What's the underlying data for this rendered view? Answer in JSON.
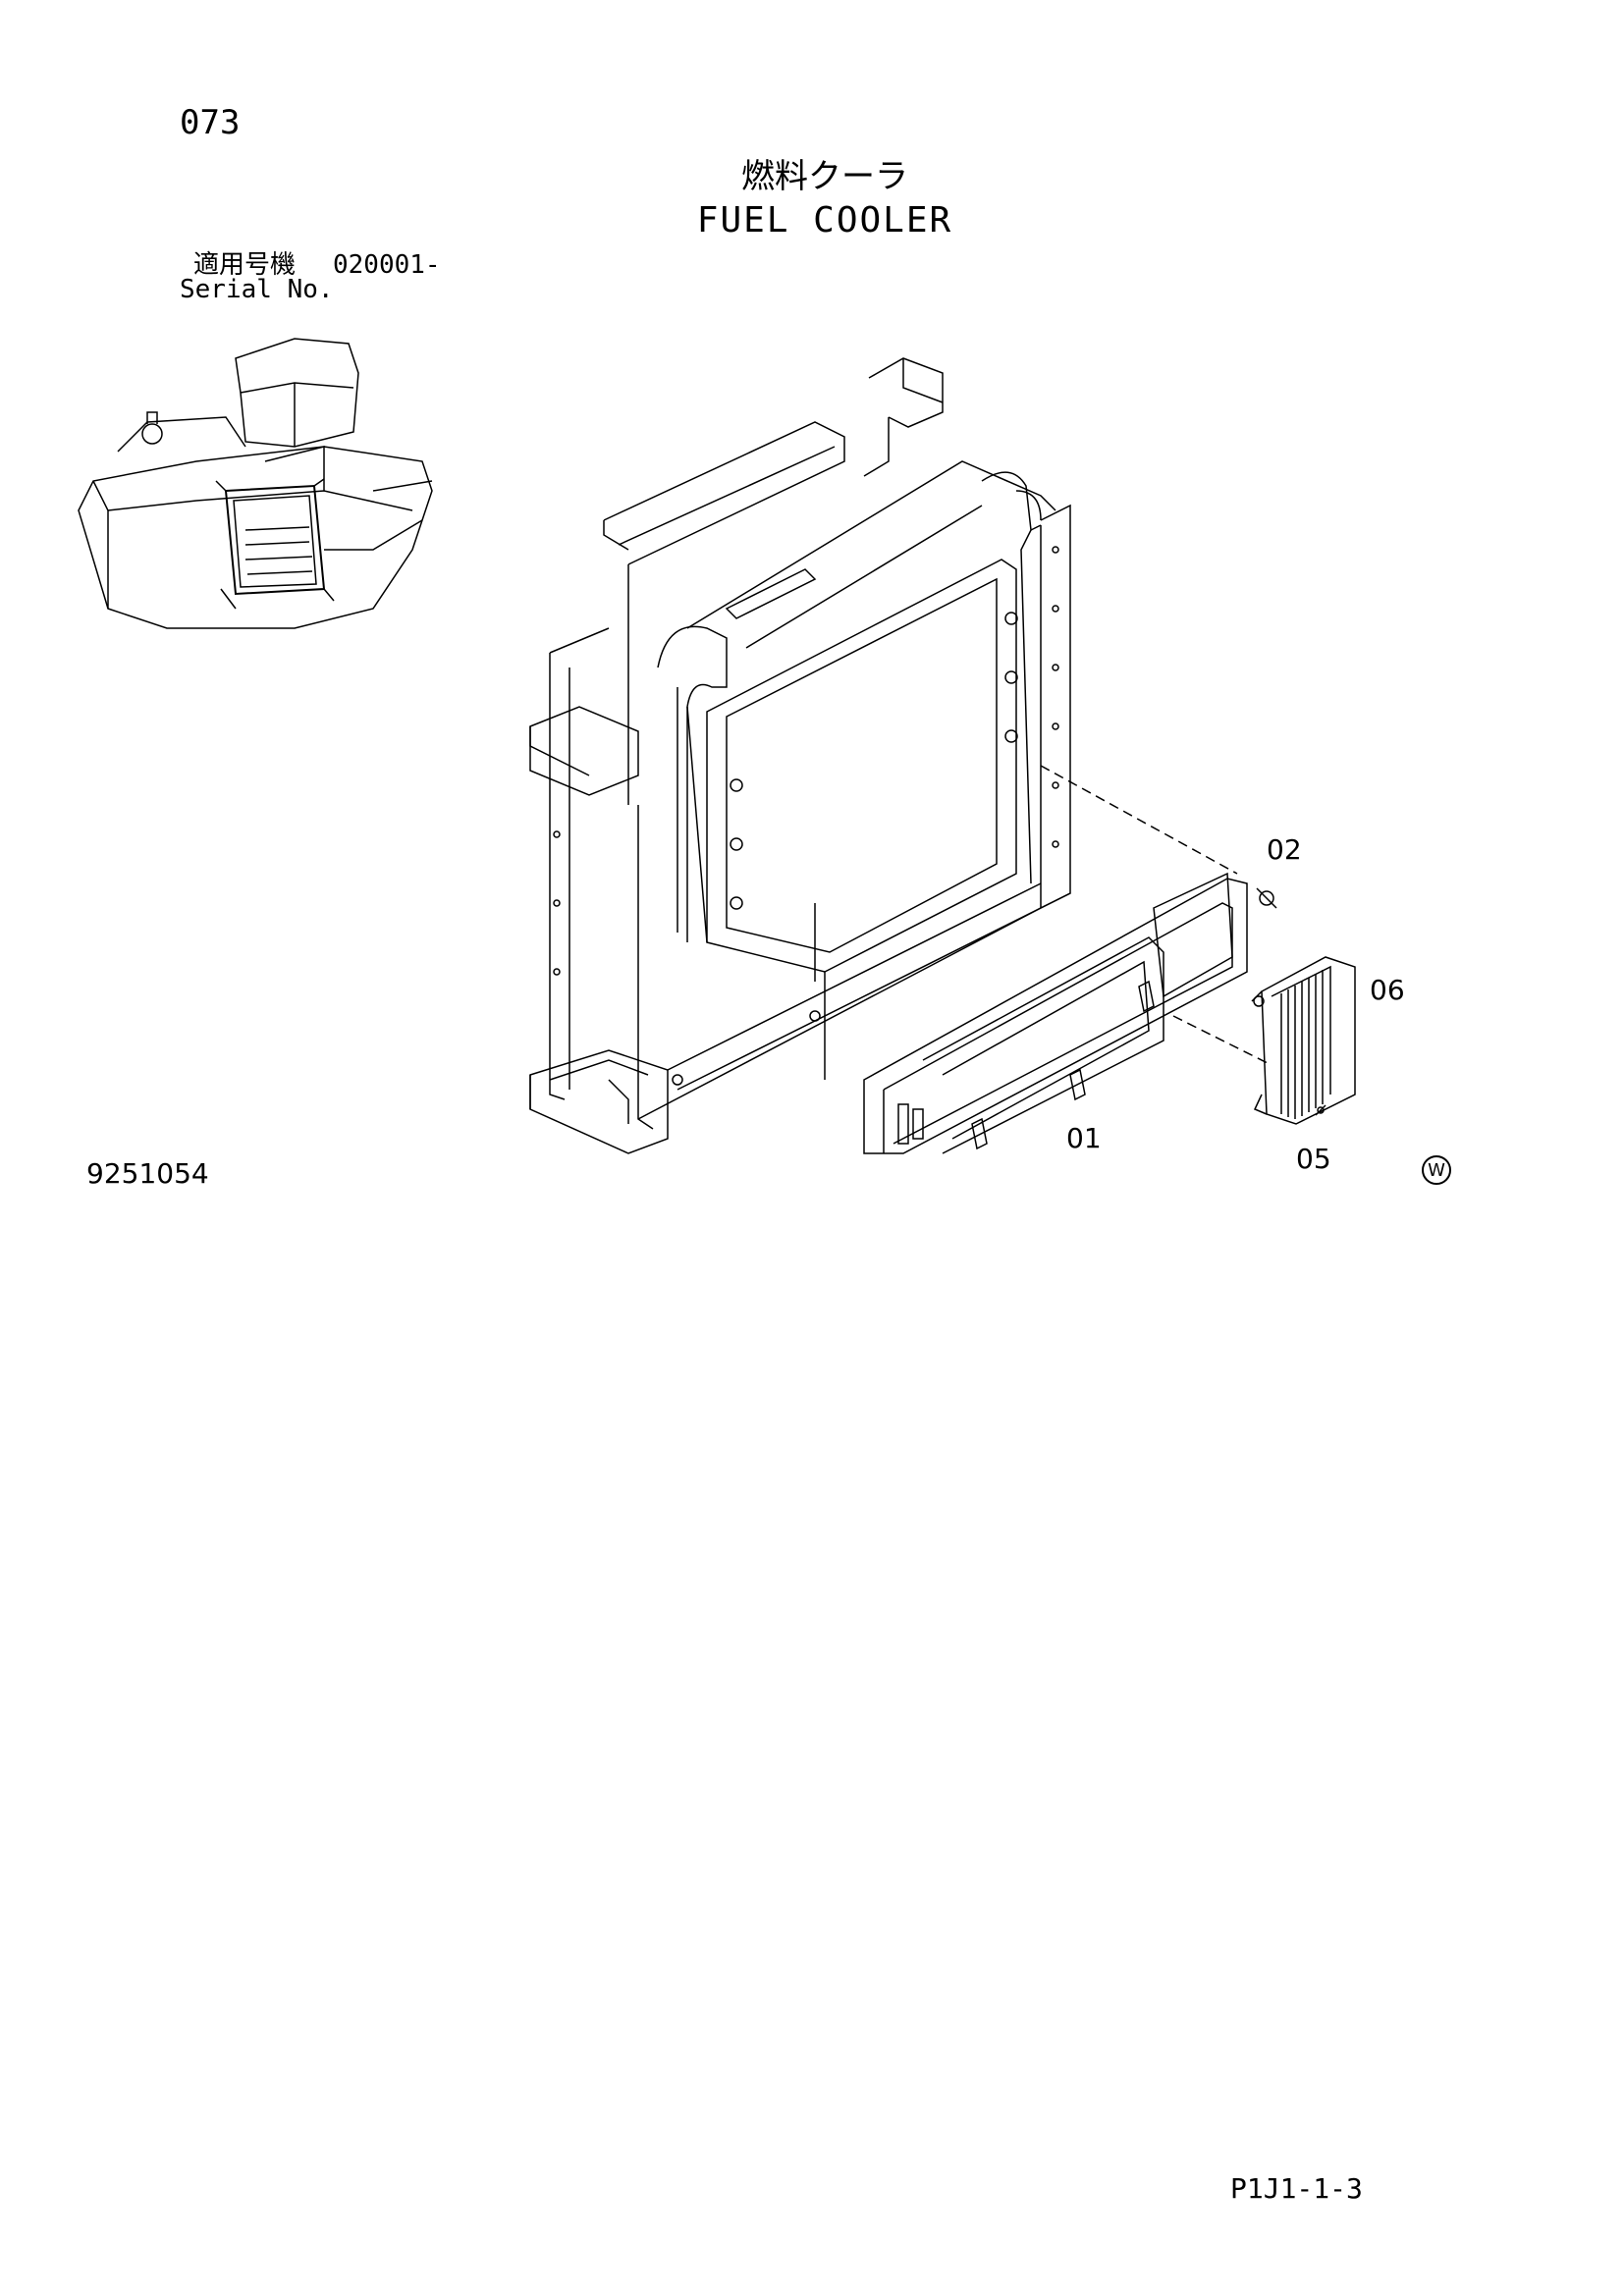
{
  "header": {
    "page_number": "073",
    "title_jp": "燃料クーラ",
    "title_en": "FUEL COOLER",
    "serial_jp_label": "適用号機",
    "serial_range": "020001-",
    "serial_en_label": "Serial No."
  },
  "callouts": {
    "c01": "01",
    "c02": "02",
    "c05": "05",
    "c06": "06"
  },
  "footer": {
    "drawing_number": "9251054",
    "w_mark": "W",
    "page_code": "P1J1-1-3"
  }
}
